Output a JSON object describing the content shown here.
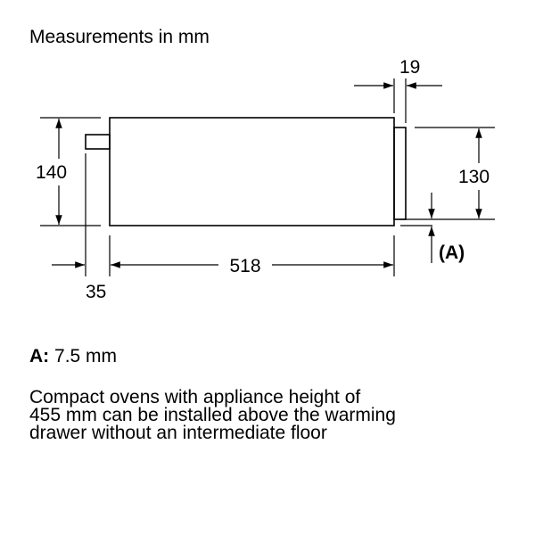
{
  "title": "Measurements in mm",
  "dimensions": {
    "height_total": "140",
    "front_height": "130",
    "rear_offset": "35",
    "depth": "518",
    "front_thickness": "19",
    "gap_label": "(A)"
  },
  "note_a": {
    "key": "A:",
    "value": "7.5 mm"
  },
  "paragraph": [
    "Compact ovens with appliance height of",
    "455 mm can be installed above the warming",
    "drawer without an intermediate floor"
  ]
}
